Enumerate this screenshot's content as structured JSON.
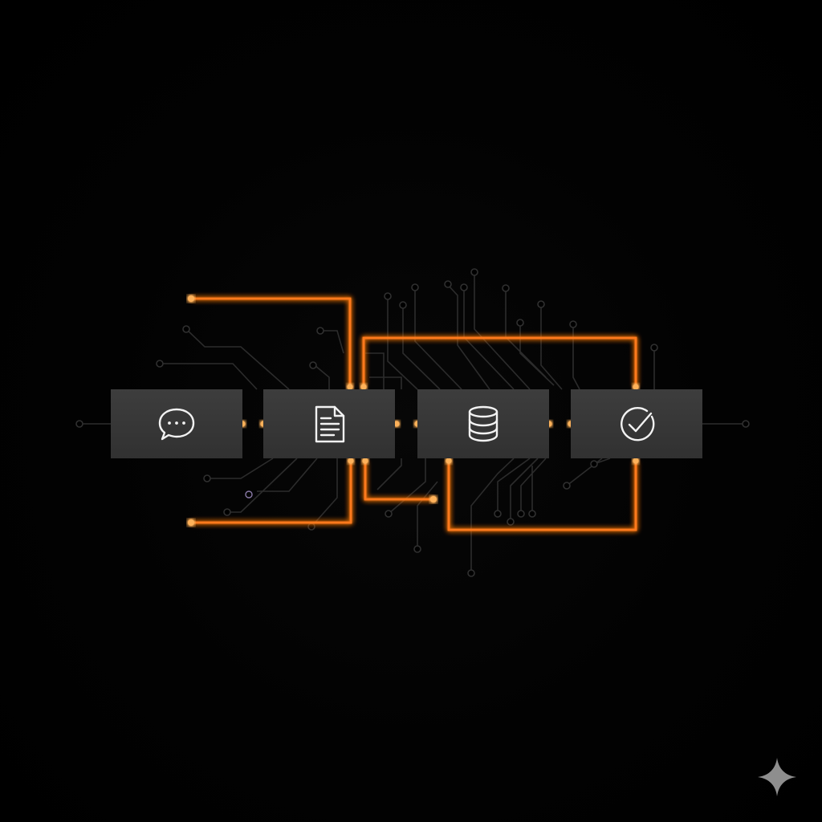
{
  "diagram": {
    "nodes": [
      {
        "id": "message",
        "icon": "chat-bubble-icon"
      },
      {
        "id": "document",
        "icon": "document-icon"
      },
      {
        "id": "database",
        "icon": "database-icon"
      },
      {
        "id": "check",
        "icon": "check-circle-icon"
      }
    ],
    "connections": [
      {
        "from": "message",
        "to": "document"
      },
      {
        "from": "document",
        "to": "database"
      },
      {
        "from": "database",
        "to": "check"
      },
      {
        "from": "document",
        "to": "check"
      },
      {
        "from": "database",
        "to": "check"
      }
    ],
    "colors": {
      "background": "#000000",
      "node_fill": "#3a3a3a",
      "accent_glow": "#ff7a1a",
      "circuit_trace": "#2c2c2c",
      "icon": "#f2f2f2"
    }
  },
  "watermark": {
    "icon": "sparkle-icon"
  }
}
